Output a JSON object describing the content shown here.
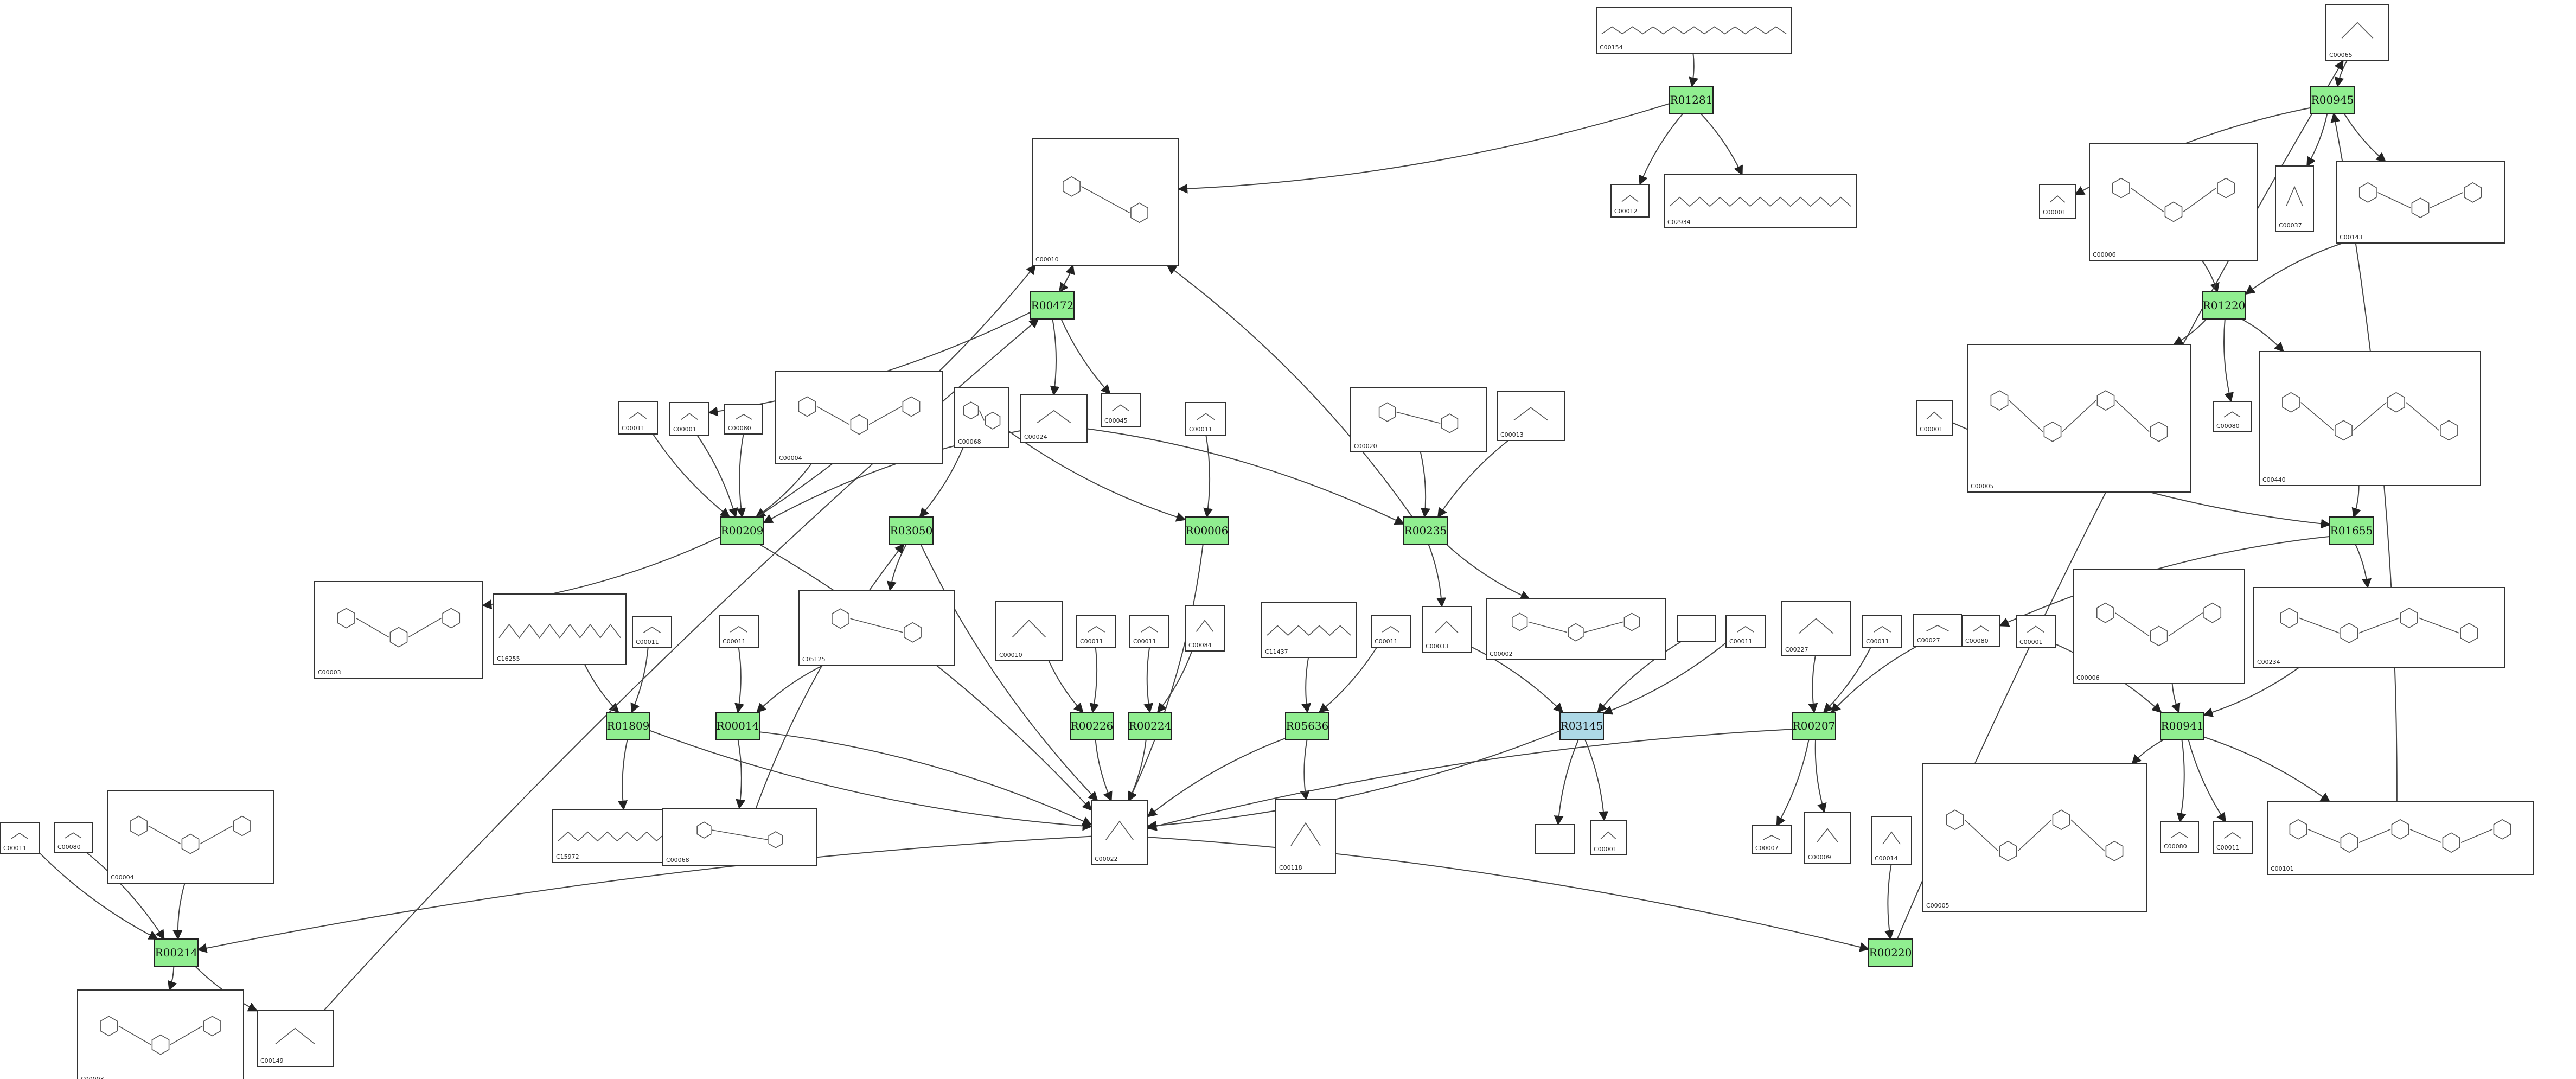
{
  "colors": {
    "reaction_green": "#90EE90",
    "reaction_blue": "#ADD8E6",
    "compound_fill": "#ffffff",
    "edge": "#444444"
  },
  "reactions": [
    {
      "id": "r_R01281",
      "label": "R01281",
      "type": "green"
    },
    {
      "id": "r_R00945",
      "label": "R00945",
      "type": "green"
    },
    {
      "id": "r_R00472",
      "label": "R00472",
      "type": "green"
    },
    {
      "id": "r_R01220",
      "label": "R01220",
      "type": "green"
    },
    {
      "id": "r_R00209",
      "label": "R00209",
      "type": "green"
    },
    {
      "id": "r_R03050",
      "label": "R03050",
      "type": "green"
    },
    {
      "id": "r_R00006",
      "label": "R00006",
      "type": "green"
    },
    {
      "id": "r_R00235",
      "label": "R00235",
      "type": "green"
    },
    {
      "id": "r_R01655",
      "label": "R01655",
      "type": "green"
    },
    {
      "id": "r_R01809",
      "label": "R01809",
      "type": "green"
    },
    {
      "id": "r_R00014",
      "label": "R00014",
      "type": "green"
    },
    {
      "id": "r_R00226",
      "label": "R00226",
      "type": "green"
    },
    {
      "id": "r_R00224",
      "label": "R00224",
      "type": "green"
    },
    {
      "id": "r_R05636",
      "label": "R05636",
      "type": "green"
    },
    {
      "id": "r_R03145",
      "label": "R03145",
      "type": "blue"
    },
    {
      "id": "r_R00207",
      "label": "R00207",
      "type": "green"
    },
    {
      "id": "r_R00941",
      "label": "R00941",
      "type": "green"
    },
    {
      "id": "r_R00214",
      "label": "R00214",
      "type": "green"
    },
    {
      "id": "r_R00220",
      "label": "R00220",
      "type": "green"
    }
  ],
  "compounds": [
    {
      "id": "c_C00154",
      "label": "C00154",
      "mol": "acyl"
    },
    {
      "id": "c_C00065",
      "label": "C00065",
      "mol": "small"
    },
    {
      "id": "c_C00010",
      "label": "C00010",
      "mol": "big"
    },
    {
      "id": "c_C00012",
      "label": "C00012",
      "mol": "small"
    },
    {
      "id": "c_C02934",
      "label": "C02934",
      "mol": "acyl"
    },
    {
      "id": "c_C00001a",
      "label": "C00001",
      "mol": "small"
    },
    {
      "id": "c_C00006a",
      "label": "C00006",
      "mol": "big"
    },
    {
      "id": "c_C00037",
      "label": "C00037",
      "mol": "small"
    },
    {
      "id": "c_C00143",
      "label": "C00143",
      "mol": "big"
    },
    {
      "id": "c_C00011a",
      "label": "C00011",
      "mol": "small"
    },
    {
      "id": "c_C00001b",
      "label": "C00001",
      "mol": "small"
    },
    {
      "id": "c_C00080a",
      "label": "C00080",
      "mol": "small"
    },
    {
      "id": "c_C00004a",
      "label": "C00004",
      "mol": "big"
    },
    {
      "id": "c_C00068",
      "label": "C00068",
      "mol": "big"
    },
    {
      "id": "c_C00024",
      "label": "C00024",
      "mol": "small"
    },
    {
      "id": "c_C00045",
      "label": "C00045",
      "mol": "small"
    },
    {
      "id": "c_C00011b",
      "label": "C00011",
      "mol": "small"
    },
    {
      "id": "c_C00020",
      "label": "C00020",
      "mol": "big"
    },
    {
      "id": "c_C00013",
      "label": "C00013",
      "mol": "small"
    },
    {
      "id": "c_C00005a",
      "label": "C00005",
      "mol": "big"
    },
    {
      "id": "c_C00001c",
      "label": "C00001",
      "mol": "small"
    },
    {
      "id": "c_C00080b",
      "label": "C00080",
      "mol": "small"
    },
    {
      "id": "c_C00440",
      "label": "C00440",
      "mol": "big"
    },
    {
      "id": "c_C00003a",
      "label": "C00003",
      "mol": "big"
    },
    {
      "id": "c_C16255",
      "label": "C16255",
      "mol": "acyl"
    },
    {
      "id": "c_C00011c",
      "label": "C00011",
      "mol": "small"
    },
    {
      "id": "c_C00011d",
      "label": "C00011",
      "mol": "small"
    },
    {
      "id": "c_C05125",
      "label": "C05125",
      "mol": "big"
    },
    {
      "id": "c_C00010b",
      "label": "C00010",
      "mol": "small"
    },
    {
      "id": "c_C00011e",
      "label": "C00011",
      "mol": "small"
    },
    {
      "id": "c_C00011f",
      "label": "C00011",
      "mol": "small"
    },
    {
      "id": "c_C00084",
      "label": "C00084",
      "mol": "small"
    },
    {
      "id": "c_C11437",
      "label": "C11437",
      "mol": "acyl"
    },
    {
      "id": "c_C00011g",
      "label": "C00011",
      "mol": "small"
    },
    {
      "id": "c_C00033",
      "label": "C00033",
      "mol": "small"
    },
    {
      "id": "c_C00002",
      "label": "C00002",
      "mol": "big"
    },
    {
      "id": "c_blank1",
      "label": "",
      "mol": "none"
    },
    {
      "id": "c_C00011h",
      "label": "C00011",
      "mol": "small"
    },
    {
      "id": "c_C00227",
      "label": "C00227",
      "mol": "small"
    },
    {
      "id": "c_C00011i",
      "label": "C00011",
      "mol": "small"
    },
    {
      "id": "c_C00027",
      "label": "C00027",
      "mol": "small"
    },
    {
      "id": "c_C00080c",
      "label": "C00080",
      "mol": "small"
    },
    {
      "id": "c_C00001d",
      "label": "C00001",
      "mol": "small"
    },
    {
      "id": "c_C00006b",
      "label": "C00006",
      "mol": "big"
    },
    {
      "id": "c_C00234",
      "label": "C00234",
      "mol": "big"
    },
    {
      "id": "c_C00011j",
      "label": "C00011",
      "mol": "small"
    },
    {
      "id": "c_C00080d",
      "label": "C00080",
      "mol": "small"
    },
    {
      "id": "c_C00004b",
      "label": "C00004",
      "mol": "big"
    },
    {
      "id": "c_C15972",
      "label": "C15972",
      "mol": "acyl"
    },
    {
      "id": "c_C00068b",
      "label": "C00068",
      "mol": "big"
    },
    {
      "id": "c_C00022",
      "label": "C00022",
      "mol": "small"
    },
    {
      "id": "c_C00118",
      "label": "C00118",
      "mol": "small"
    },
    {
      "id": "c_blank2",
      "label": "",
      "mol": "none"
    },
    {
      "id": "c_C00001e",
      "label": "C00001",
      "mol": "small"
    },
    {
      "id": "c_C00007",
      "label": "C00007",
      "mol": "small"
    },
    {
      "id": "c_C00009",
      "label": "C00009",
      "mol": "small"
    },
    {
      "id": "c_C00014",
      "label": "C00014",
      "mol": "small"
    },
    {
      "id": "c_C00005b",
      "label": "C00005",
      "mol": "big"
    },
    {
      "id": "c_C00080e",
      "label": "C00080",
      "mol": "small"
    },
    {
      "id": "c_C00011k",
      "label": "C00011",
      "mol": "small"
    },
    {
      "id": "c_C00101",
      "label": "C00101",
      "mol": "big"
    },
    {
      "id": "c_C00011l",
      "label": "C00011",
      "mol": "small"
    },
    {
      "id": "c_C00080f",
      "label": "C00080",
      "mol": "small"
    },
    {
      "id": "c_C00003b",
      "label": "C00003",
      "mol": "big"
    },
    {
      "id": "c_C00149",
      "label": "C00149",
      "mol": "small"
    }
  ],
  "edges": [
    [
      "c_C00154",
      "r_R01281"
    ],
    [
      "c_C00065",
      "r_R00945"
    ],
    [
      "r_R01281",
      "c_C00010"
    ],
    [
      "r_R01281",
      "c_C00012"
    ],
    [
      "r_R01281",
      "c_C02934"
    ],
    [
      "r_R00945",
      "c_C00001a"
    ],
    [
      "r_R00945",
      "c_C00037"
    ],
    [
      "r_R00945",
      "c_C00143"
    ],
    [
      "c_C00006a",
      "r_R01220"
    ],
    [
      "c_C00143",
      "r_R01220"
    ],
    [
      "c_C00010",
      "r_R00472"
    ],
    [
      "r_R00472",
      "c_C00010"
    ],
    [
      "r_R00472",
      "c_C00024"
    ],
    [
      "r_R00472",
      "c_C00045"
    ],
    [
      "r_R00472",
      "c_C00001b"
    ],
    [
      "c_C00011a",
      "r_R00209"
    ],
    [
      "c_C00001b",
      "r_R00209"
    ],
    [
      "c_C00080a",
      "r_R00209"
    ],
    [
      "c_C00004a",
      "r_R00209"
    ],
    [
      "c_C00024",
      "r_R00209"
    ],
    [
      "r_R00209",
      "c_C00003a"
    ],
    [
      "r_R00209",
      "c_C00010"
    ],
    [
      "c_C00068",
      "r_R03050"
    ],
    [
      "r_R03050",
      "c_C05125"
    ],
    [
      "c_C00011b",
      "r_R00006"
    ],
    [
      "c_C00068",
      "r_R00006"
    ],
    [
      "c_C00020",
      "r_R00235"
    ],
    [
      "c_C00013",
      "r_R00235"
    ],
    [
      "c_C00024",
      "r_R00235"
    ],
    [
      "r_R00235",
      "c_C00010"
    ],
    [
      "r_R00235",
      "c_C00033"
    ],
    [
      "r_R00235",
      "c_C00002"
    ],
    [
      "r_R01220",
      "c_C00005a"
    ],
    [
      "r_R01220",
      "c_C00080b"
    ],
    [
      "r_R01220",
      "c_C00440"
    ],
    [
      "c_C00001c",
      "r_R01655"
    ],
    [
      "c_C00440",
      "r_R01655"
    ],
    [
      "r_R01655",
      "c_C00080c"
    ],
    [
      "r_R01655",
      "c_C00234"
    ],
    [
      "c_C16255",
      "r_R01809"
    ],
    [
      "c_C00011c",
      "r_R01809"
    ],
    [
      "r_R01809",
      "c_C15972"
    ],
    [
      "c_C00011d",
      "r_R00014"
    ],
    [
      "c_C05125",
      "r_R00014"
    ],
    [
      "r_R00014",
      "c_C00068b"
    ],
    [
      "c_C00010b",
      "r_R00226"
    ],
    [
      "c_C00011e",
      "r_R00226"
    ],
    [
      "c_C00011f",
      "r_R00224"
    ],
    [
      "c_C00084",
      "r_R00224"
    ],
    [
      "c_C11437",
      "r_R05636"
    ],
    [
      "c_C00011g",
      "r_R05636"
    ],
    [
      "r_R05636",
      "c_C00118"
    ],
    [
      "c_C00033",
      "r_R03145"
    ],
    [
      "c_blank1",
      "r_R03145"
    ],
    [
      "c_C00011h",
      "r_R03145"
    ],
    [
      "r_R03145",
      "c_blank2"
    ],
    [
      "r_R03145",
      "c_C00001e"
    ],
    [
      "c_C00227",
      "r_R00207"
    ],
    [
      "c_C00011i",
      "r_R00207"
    ],
    [
      "c_C00027",
      "r_R00207"
    ],
    [
      "r_R00207",
      "c_C00007"
    ],
    [
      "r_R00207",
      "c_C00009"
    ],
    [
      "c_C00001d",
      "r_R00941"
    ],
    [
      "c_C00006b",
      "r_R00941"
    ],
    [
      "c_C00234",
      "r_R00941"
    ],
    [
      "r_R00941",
      "c_C00005b"
    ],
    [
      "r_R00941",
      "c_C00080e"
    ],
    [
      "r_R00941",
      "c_C00011k"
    ],
    [
      "r_R00941",
      "c_C00101"
    ],
    [
      "c_C00101",
      "r_R00945"
    ],
    [
      "r_R00209",
      "c_C00022"
    ],
    [
      "r_R03050",
      "c_C00022"
    ],
    [
      "r_R00006",
      "c_C00022"
    ],
    [
      "r_R01809",
      "c_C00022"
    ],
    [
      "r_R00014",
      "c_C00022"
    ],
    [
      "r_R00226",
      "c_C00022"
    ],
    [
      "r_R00224",
      "c_C00022"
    ],
    [
      "r_R05636",
      "c_C00022"
    ],
    [
      "r_R03145",
      "c_C00022"
    ],
    [
      "r_R00207",
      "c_C00022"
    ],
    [
      "c_C00068b",
      "r_R03050"
    ],
    [
      "c_C00022",
      "r_R00214"
    ],
    [
      "c_C00022",
      "r_R00220"
    ],
    [
      "c_C00011l",
      "r_R00214"
    ],
    [
      "c_C00080f",
      "r_R00214"
    ],
    [
      "c_C00004b",
      "r_R00214"
    ],
    [
      "r_R00214",
      "c_C00003b"
    ],
    [
      "r_R00214",
      "c_C00149"
    ],
    [
      "c_C00149",
      "r_R00472"
    ],
    [
      "c_C00014",
      "r_R00220"
    ],
    [
      "r_R00220",
      "c_C00065"
    ]
  ]
}
